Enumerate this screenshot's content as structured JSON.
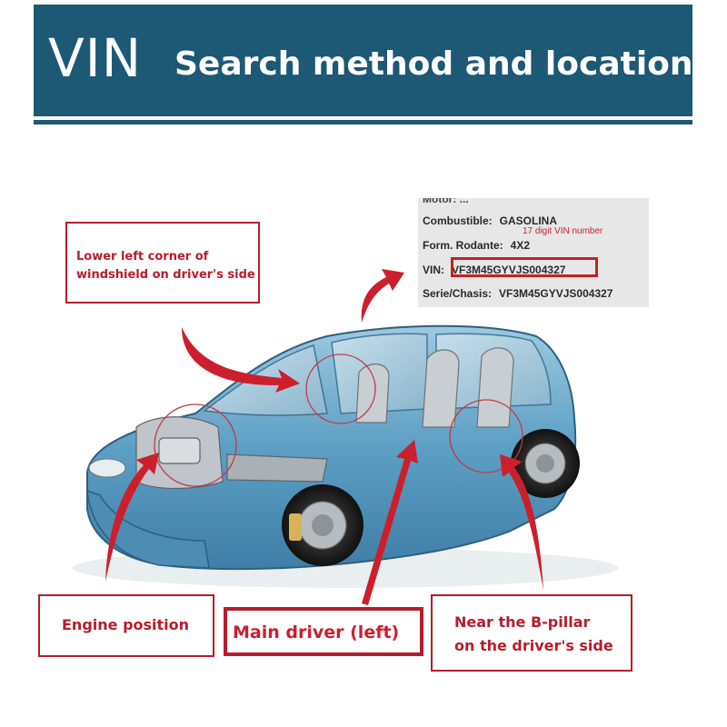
{
  "header": {
    "title_vin": "VIN",
    "title_rest": "Search method and location",
    "color": "#1d5874"
  },
  "plate": {
    "partial_top": "Motor: ...",
    "row1_label": "Combustible:",
    "row1_value": "GASOLINA",
    "note": "17 digit VIN number",
    "row2_label": "Form. Rodante:",
    "row2_value": "4X2",
    "row3_label": "VIN:",
    "row3_value": "VF3M45GYVJS004327",
    "row4_label": "Serie/Chasis:",
    "row4_value": "VF3M45GYVJS004327"
  },
  "labels": {
    "windshield_line1": "Lower left corner of",
    "windshield_line2": "windshield on driver's side",
    "engine": "Engine position",
    "driver": "Main driver (left)",
    "bpillar_line1": "Near the B-pillar",
    "bpillar_line2": "on the driver's side"
  },
  "colors": {
    "label_red": "#b81c2c",
    "arrow_red": "#cc1f2c",
    "car_body": "#6aa8c8"
  }
}
